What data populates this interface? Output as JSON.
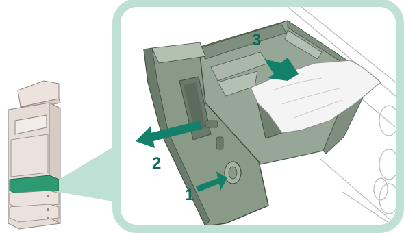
{
  "diagram": {
    "steps": [
      {
        "number": "1",
        "action": "press-release-button"
      },
      {
        "number": "2",
        "action": "pull-out-drawer"
      },
      {
        "number": "3",
        "action": "remove-jammed-paper"
      }
    ]
  },
  "colors": {
    "callout_frame": "#bfe1d5",
    "callout_fill": "#ffffff",
    "drawer_body": "#8a9a89",
    "drawer_dark": "#6b7b6b",
    "drawer_light": "#b3c0b2",
    "paper": "#f4f4f4",
    "arrow": "#13806a",
    "label": "#0f6b57",
    "printer_highlight": "#2e9a73",
    "printer_body": "#e6dcd6"
  },
  "icons": {
    "printer": "multifunction-printer-icon",
    "drawer": "paper-cassette-icon",
    "arrow": "arrow-icon"
  }
}
